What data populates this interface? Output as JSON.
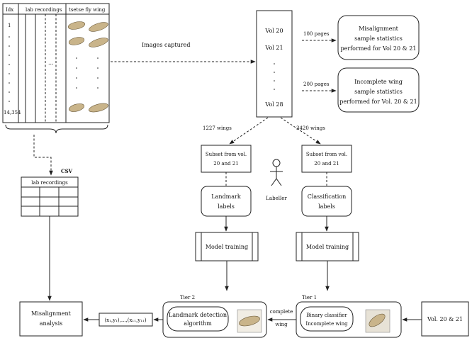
{
  "table": {
    "col_idx": "Idx",
    "col_lab": "lab recordings",
    "col_wing": "tsetse fly wing",
    "idx_first": "1",
    "idx_last": "14,354",
    "ellipsis": "..."
  },
  "flow": {
    "images_captured": "Images captured",
    "csv": "CSV",
    "pages_100": "100 pages",
    "pages_200": "200 pages",
    "wings_1227": "1227 wings",
    "wings_3420": "3420 wings",
    "complete_wing": [
      "complete",
      "wing"
    ],
    "coords": "(x₁,y₁),...,(x₁₁,y₁₁)"
  },
  "volumes": {
    "first": "Vol 20",
    "second": "Vol 21",
    "last": "Vol 28"
  },
  "misalignment_stats": [
    "Misalignment",
    "sample statistics",
    "performed for Vol 20 & 21"
  ],
  "incomplete_stats": [
    "Incomplete wing",
    "sample statistics",
    "performed for Vol. 20 & 21"
  ],
  "subset_left": [
    "Subset from vol.",
    "20 and 21"
  ],
  "subset_right": [
    "Subset from vol.",
    "20 and 21"
  ],
  "landmark_labels": [
    "Landmark",
    "labels"
  ],
  "classification_labels": [
    "Classification",
    "labels"
  ],
  "labeller": "Labeller",
  "model_training_left": "Model training",
  "model_training_right": "Model training",
  "lab_table_title": "lab recordings",
  "misalignment_analysis": [
    "Misalignment",
    "analysis"
  ],
  "tier2": "Tier 2",
  "tier1": "Tier 1",
  "landmark_detection": [
    "Landmark detection",
    "algorithm"
  ],
  "binary_classifier": [
    "Binary classifier",
    "Incomplete wing"
  ],
  "vol_input": "Vol. 20 & 21"
}
